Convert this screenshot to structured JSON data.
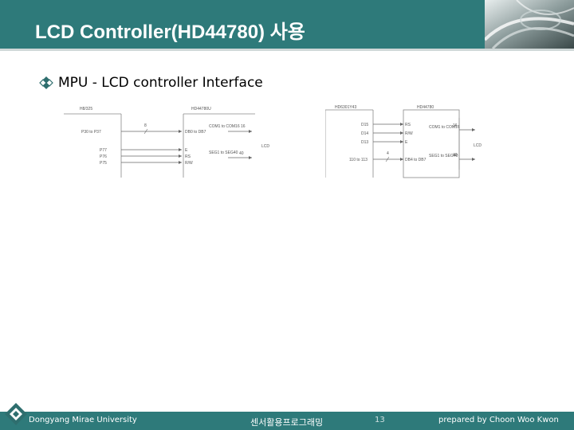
{
  "title": "LCD Controller(HD44780) 사용",
  "subtitle": "MPU - LCD controller Interface",
  "bullet_icon": "diamond-bullet-icon",
  "colors": {
    "header": "#2e7a7a",
    "footer": "#2e7a7a"
  },
  "diagram_left": {
    "chip_a": "H8/325",
    "chip_b": "HD44780U",
    "bus_label": "P30 to P37",
    "bus_width": "8",
    "db_label": "DB0 to DB7",
    "com_label": "COM1 to COM16",
    "com_width": "16",
    "seg_label": "SEG1 to SEG40",
    "seg_width": "40",
    "ctrl_pins": [
      "P77",
      "P76",
      "P75"
    ],
    "ctrl_signals": [
      "E",
      "RS",
      "R/W"
    ],
    "lcd_label": "LCD"
  },
  "diagram_right": {
    "chip_a": "HD6301Y43",
    "chip_b": "HD44780",
    "pins": [
      "D15",
      "D14",
      "D13"
    ],
    "signals": [
      "RS",
      "R/W",
      "E"
    ],
    "bus_label": "110 to 113",
    "bus_width": "4",
    "db_label": "DB4 to DB7",
    "com_label": "COM1 to COM16",
    "com_width": "16",
    "seg_label": "SEG1 to SEG40",
    "seg_width": "40",
    "lcd_label": "LCD"
  },
  "footer": {
    "university": "Dongyang Mirae University",
    "course": "센서활용프로그래밍",
    "page": "13",
    "author": "prepared by Choon Woo Kwon"
  }
}
